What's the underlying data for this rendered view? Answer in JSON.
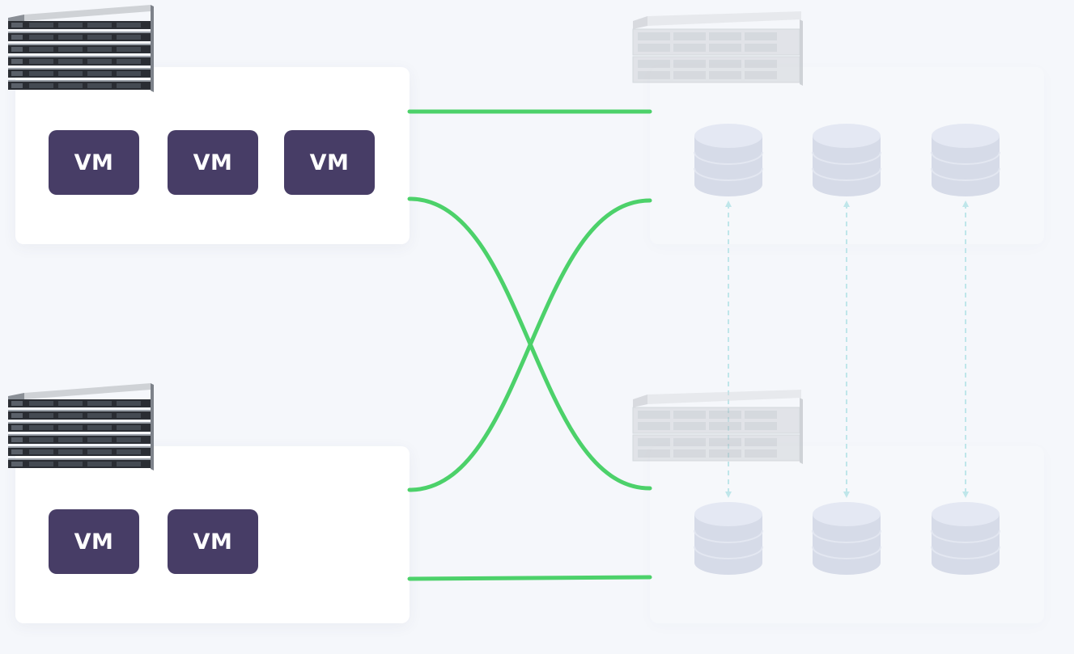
{
  "compute_hosts": [
    {
      "vms": [
        {
          "label": "VM"
        },
        {
          "label": "VM"
        },
        {
          "label": "VM"
        }
      ]
    },
    {
      "vms": [
        {
          "label": "VM"
        },
        {
          "label": "VM"
        }
      ]
    }
  ],
  "storage_nodes": [
    {
      "disk_count": 3
    },
    {
      "disk_count": 3
    }
  ],
  "colors": {
    "background": "#f5f7fb",
    "vm_fill": "#473d66",
    "vm_text": "#ffffff",
    "link_line": "#4cd16a",
    "replication_arrow": "#bfe6ea",
    "disk_fill": "#d6dbe8",
    "disk_top": "#e4e8f3"
  },
  "icons": {
    "compute_server": "rack-server-stack-icon",
    "storage_server": "storage-server-icon",
    "disk": "database-disk-icon"
  }
}
